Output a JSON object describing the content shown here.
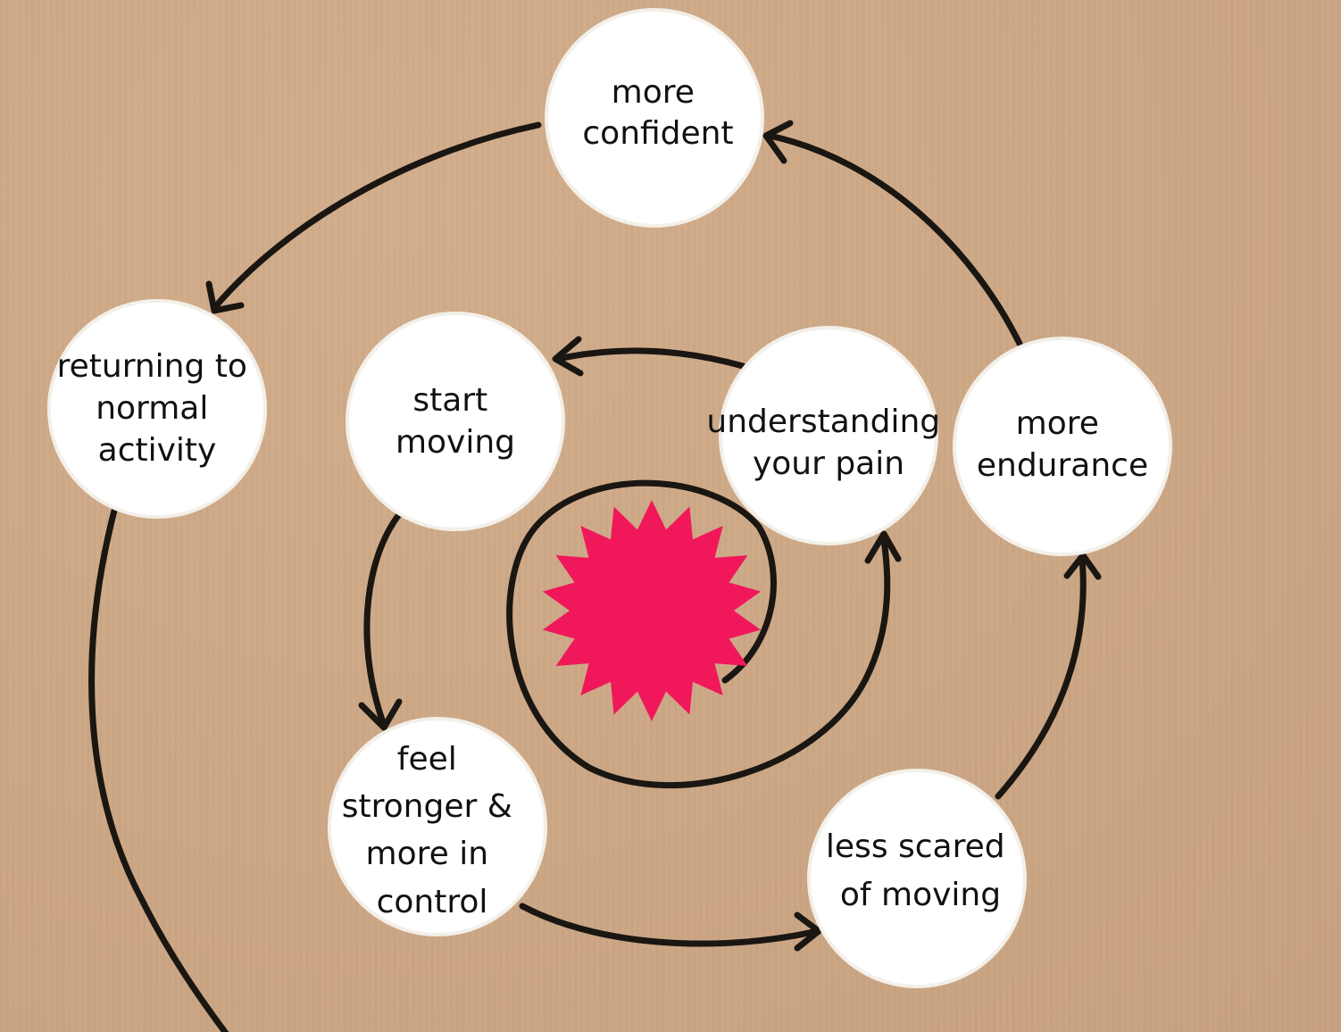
{
  "center_color": "#f0185a",
  "nodes": {
    "more_confident": [
      "more",
      "confident"
    ],
    "returning": [
      "returning to",
      "normal",
      "activity"
    ],
    "start_moving": [
      "start",
      "moving"
    ],
    "understanding": [
      "understanding",
      "your pain"
    ],
    "endurance": [
      "more",
      "endurance"
    ],
    "feel_stronger": [
      "feel",
      "stronger &",
      "more in",
      "control"
    ],
    "less_scared": [
      "less scared",
      "of moving"
    ]
  }
}
